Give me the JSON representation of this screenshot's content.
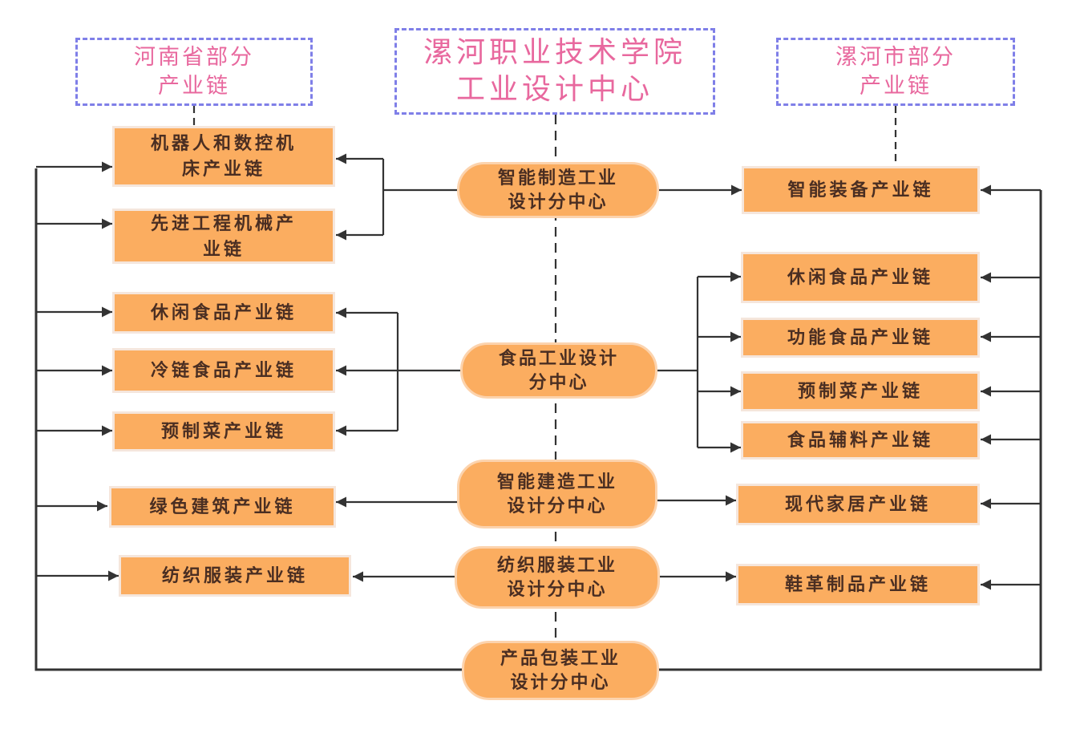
{
  "headers": {
    "henan": "河南省部分\n产业链",
    "college": "漯河职业技术学院\n工业设计中心",
    "luohe": "漯河市部分\n产业链"
  },
  "centers": [
    {
      "label": "智能制造工业\n设计分中心"
    },
    {
      "label": "食品工业设计\n分中心"
    },
    {
      "label": "智能建造工业\n设计分中心"
    },
    {
      "label": "纺织服装工业\n设计分中心"
    },
    {
      "label": "产品包装工业\n设计分中心"
    }
  ],
  "henan_chains": [
    {
      "label": "机器人和数控机\n床产业链",
      "center": "智能制造工业设计分中心"
    },
    {
      "label": "先进工程机械产\n业链",
      "center": "智能制造工业设计分中心"
    },
    {
      "label": "休闲食品产业链",
      "center": "食品工业设计分中心"
    },
    {
      "label": "冷链食品产业链",
      "center": "食品工业设计分中心"
    },
    {
      "label": "预制菜产业链",
      "center": "食品工业设计分中心"
    },
    {
      "label": "绿色建筑产业链",
      "center": "智能建造工业设计分中心"
    },
    {
      "label": "纺织服装产业链",
      "center": "纺织服装工业设计分中心"
    }
  ],
  "luohe_chains": [
    {
      "label": "智能装备产业链",
      "center": "智能制造工业设计分中心"
    },
    {
      "label": "休闲食品产业链",
      "center": "食品工业设计分中心"
    },
    {
      "label": "功能食品产业链",
      "center": "食品工业设计分中心"
    },
    {
      "label": "预制菜产业链",
      "center": "食品工业设计分中心"
    },
    {
      "label": "食品辅料产业链",
      "center": "食品工业设计分中心"
    },
    {
      "label": "现代家居产业链",
      "center": "智能建造工业设计分中心"
    },
    {
      "label": "鞋革制品产业链",
      "center": "纺织服装工业设计分中心"
    }
  ],
  "colors": {
    "node_fill": "#fbad60",
    "header_text": "#e8689e",
    "header_border": "#7f7fe8",
    "connector": "#333333"
  }
}
